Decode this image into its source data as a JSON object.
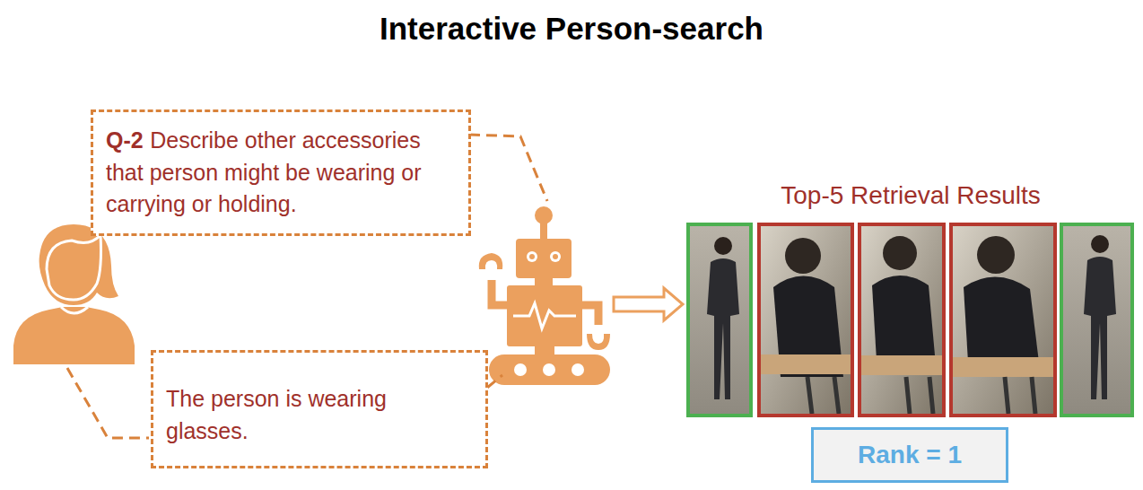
{
  "diagram": {
    "title": "Interactive Person-search",
    "nodes": [
      {
        "text": [
          "Q-2",
          "Describe other accessories that person might be wearing or carrying or holding."
        ]
      },
      {
        "text": [
          "The person is wearing glasses."
        ]
      },
      {
        "text": [
          "Rank = 1"
        ]
      }
    ],
    "labels": [
      "Top-5 Retrieval Results"
    ]
  }
}
